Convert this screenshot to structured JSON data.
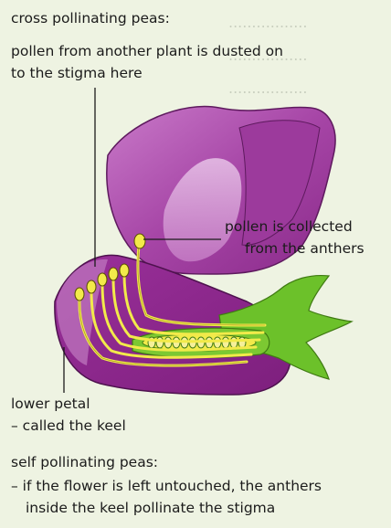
{
  "labels": {
    "cross_heading": "cross pollinating peas:",
    "cross_line1": "pollen from another plant is dusted on",
    "cross_line2": "to the stigma here",
    "pollen_line1": "pollen is collected",
    "pollen_line2": "from the anthers",
    "lower_line1": "lower petal",
    "lower_line2": "– called the keel",
    "self_heading": "self pollinating peas:",
    "self_line1": "– if the flower is left untouched, the anthers",
    "self_line2": "inside the keel pollinate the stigma"
  },
  "colors": {
    "petal_dark": "#8e2c8c",
    "petal_mid": "#b04aad",
    "petal_light": "#d9a4d9",
    "sepal_green": "#6cc12a",
    "stamen_yellow": "#f2ea4a",
    "background": "#eef3e2"
  }
}
